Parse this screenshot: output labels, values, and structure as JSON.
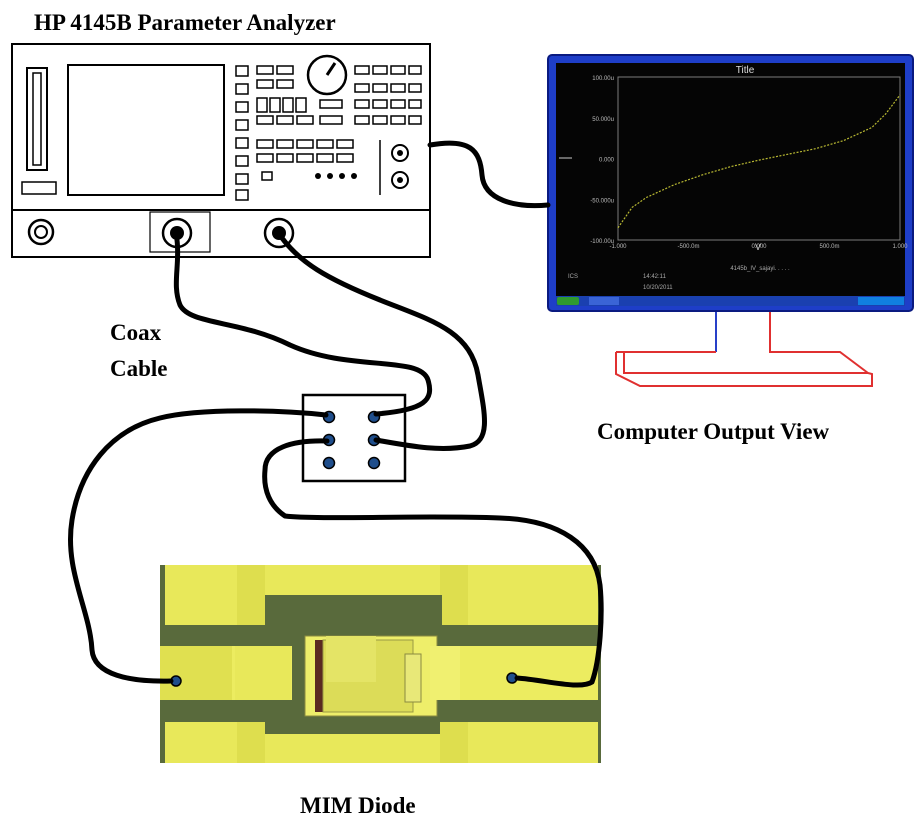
{
  "labels": {
    "analyzer": "HP 4145B Parameter Analyzer",
    "coax_line1": "Coax",
    "coax_line2": "Cable",
    "computer": "Computer Output View",
    "diode": "MIM Diode"
  },
  "screen": {
    "title": "Title",
    "y_ticks": [
      "100.00u",
      "50.000u",
      "0.000",
      "-50.000u",
      "-100.00u"
    ],
    "x_ticks": [
      "-1.000",
      "-500.0m",
      "0.000",
      "500.0m",
      "1.000"
    ],
    "xlabel": "V",
    "file": "4145b_IV_sajayi. . . . .",
    "ics": "ICS",
    "time": "14:42:11",
    "date": "10/20/2011"
  },
  "chart_data": {
    "type": "line",
    "title": "Title",
    "xlabel": "V",
    "xlim": [
      -1,
      1
    ],
    "ylim": [
      -0.0001,
      0.0001
    ],
    "x": [
      -1.0,
      -0.9,
      -0.8,
      -0.6,
      -0.4,
      -0.2,
      0.0,
      0.2,
      0.4,
      0.6,
      0.8,
      0.9,
      1.0
    ],
    "values": [
      -8.5e-05,
      -6e-05,
      -4.8e-05,
      -3.2e-05,
      -2e-05,
      -1e-05,
      -2e-06,
      5e-06,
      1.2e-05,
      2.2e-05,
      3.8e-05,
      5.5e-05,
      7.8e-05
    ]
  },
  "colors": {
    "wire": "#000000",
    "connector": "#1f4e8c",
    "stand_red": "#e03030",
    "stand_blue": "#2840c8",
    "screen_bg": "#050505",
    "curve": "#b8b832",
    "pad_yellow": "#e8e85a",
    "chip_green": "#596a3c"
  }
}
